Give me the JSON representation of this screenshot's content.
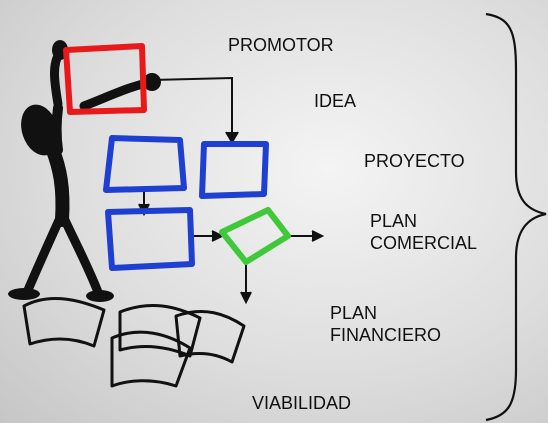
{
  "stages": [
    {
      "id": "promotor",
      "lines": [
        "PROMOTOR"
      ]
    },
    {
      "id": "idea",
      "lines": [
        "IDEA"
      ]
    },
    {
      "id": "proyecto",
      "lines": [
        "PROYECTO"
      ]
    },
    {
      "id": "plan_comercial",
      "lines": [
        "PLAN",
        "COMERCIAL"
      ]
    },
    {
      "id": "plan_financiero",
      "lines": [
        "PLAN",
        "FINANCIERO"
      ]
    },
    {
      "id": "viabilidad",
      "lines": [
        "VIABILIDAD"
      ]
    }
  ],
  "colors": {
    "idea_box": "#e8191b",
    "project_boxes": "#1f3fd0",
    "decision_diamond": "#3fc93a",
    "ink": "#111111"
  }
}
